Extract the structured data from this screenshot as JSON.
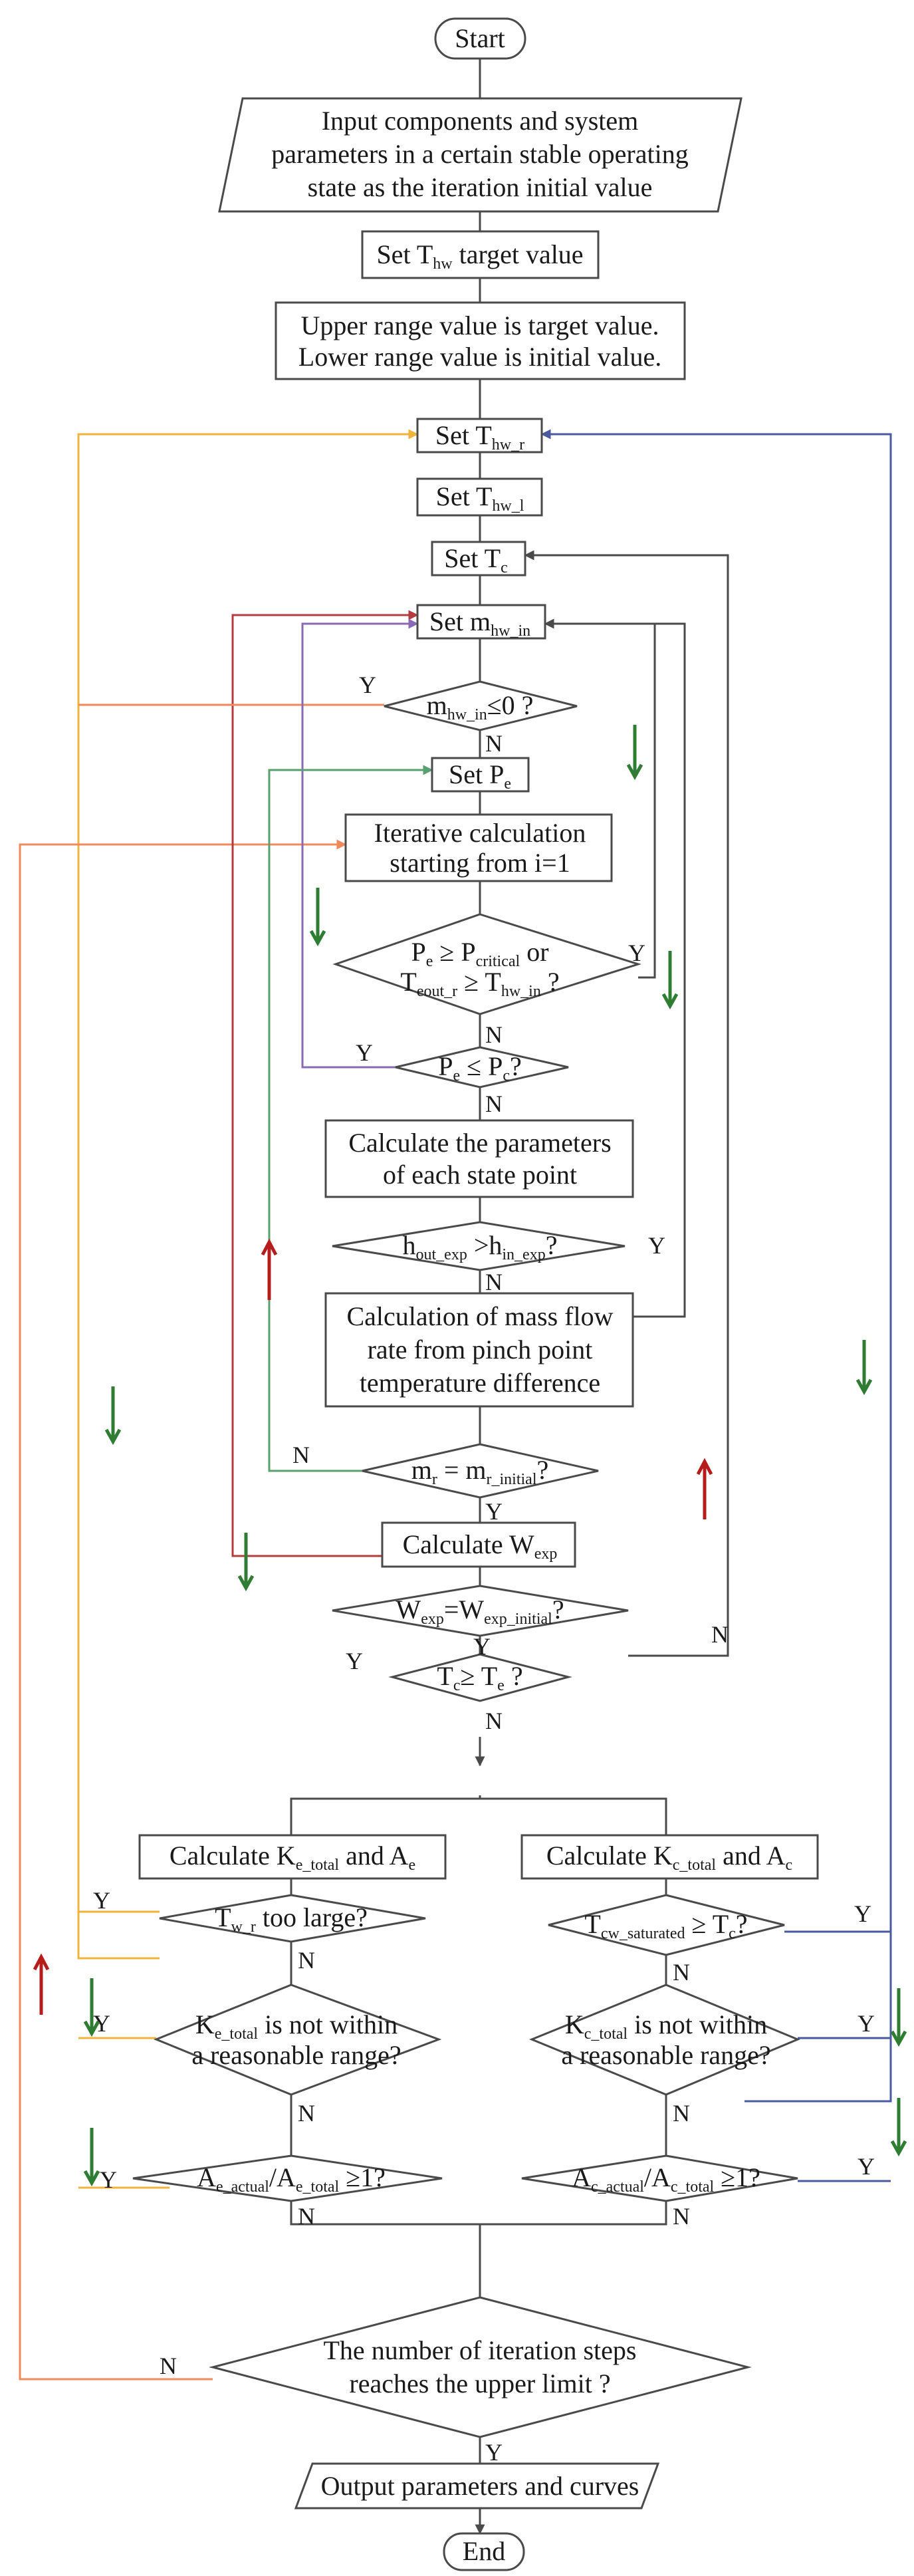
{
  "nodes": {
    "start": "Start",
    "input_l1": "Input components and system",
    "input_l2": "parameters in a certain stable operating",
    "input_l3": "state as the iteration initial value",
    "set_target_a": "Set T",
    "set_target_sub": "hw",
    "set_target_b": " target value",
    "range_l1": "Upper range value is target value.",
    "range_l2": "Lower range value is initial value.",
    "set_thwr_a": "Set T",
    "set_thwr_sub": "hw_r",
    "set_thwl_a": "Set T",
    "set_thwl_sub": "hw_l",
    "set_tc_a": "Set T",
    "set_tc_sub": "c",
    "set_mhw_a": "Set m",
    "set_mhw_sub": "hw_in",
    "d_mhw_a": "m",
    "d_mhw_sub": "hw_in",
    "d_mhw_b": "≤0 ?",
    "set_pe_a": "Set P",
    "set_pe_sub": "e",
    "iter_l1": "Iterative calculation",
    "iter_l2": "starting from i=1",
    "d_pcrit_1a": "P",
    "d_pcrit_1s1": "e",
    "d_pcrit_1b": " ≥ P",
    "d_pcrit_1s2": "critical",
    "d_pcrit_1c": " or",
    "d_pcrit_2a": "T",
    "d_pcrit_2s1": "eout_r",
    "d_pcrit_2b": " ≥ T",
    "d_pcrit_2s2": "hw_in",
    "d_pcrit_2c": " ?",
    "d_pepc_a": "P",
    "d_pepc_s1": "e",
    "d_pepc_b": " ≤ P",
    "d_pepc_s2": "c",
    "d_pepc_c": "?",
    "calc_state_l1": "Calculate the parameters",
    "calc_state_l2": "of each state point",
    "d_hout_a": "h",
    "d_hout_s1": "out_exp",
    "d_hout_b": " >h",
    "d_hout_s2": "in_exp",
    "d_hout_c": "?",
    "mass_l1": "Calculation of mass flow",
    "mass_l2": "rate from pinch point",
    "mass_l3": "temperature difference",
    "d_mr_a": "m",
    "d_mr_s1": "r",
    "d_mr_b": " = m",
    "d_mr_s2": "r_initial",
    "d_mr_c": "?",
    "calc_wexp_a": "Calculate W",
    "calc_wexp_sub": "exp",
    "d_wexp_a": "W",
    "d_wexp_s1": "exp",
    "d_wexp_b": "=W",
    "d_wexp_s2": "exp_initial",
    "d_wexp_c": "?",
    "d_tcte_a": "T",
    "d_tcte_s1": "c",
    "d_tcte_b": "≥ T",
    "d_tcte_s2": "e",
    "d_tcte_c": " ?",
    "calc_ke_a": "Calculate K",
    "calc_ke_s1": "e_total",
    "calc_ke_b": " and A",
    "calc_ke_s2": "e",
    "calc_kc_a": "Calculate K",
    "calc_kc_s1": "c_total",
    "calc_kc_b": " and A",
    "calc_kc_s2": "c",
    "d_twr_a": "T",
    "d_twr_sub": "w_r",
    "d_twr_b": " too large?",
    "d_tcw_a": "T",
    "d_tcw_s1": "cw_saturated",
    "d_tcw_b": " ≥ T",
    "d_tcw_s2": "c",
    "d_tcw_c": "?",
    "d_ke_1a": "K",
    "d_ke_1s": "e_total",
    "d_ke_1b": " is not within",
    "d_ke_2": "a reasonable range?",
    "d_kc_1a": "K",
    "d_kc_1s": "c_total",
    "d_kc_1b": " is not within",
    "d_kc_2": "a reasonable range?",
    "d_ae_a": "A",
    "d_ae_s1": "e_actual",
    "d_ae_b": "/A",
    "d_ae_s2": "e_total",
    "d_ae_c": " ≥1?",
    "d_ac_a": "A",
    "d_ac_s1": "c_actual",
    "d_ac_b": "/A",
    "d_ac_s2": "c_total",
    "d_ac_c": " ≥1?",
    "d_iter_l1": "The number of iteration steps",
    "d_iter_l2": "reaches the upper limit ?",
    "output": "Output parameters and curves",
    "end": "End"
  },
  "labels": {
    "yes": "Y",
    "no": "N"
  },
  "colors": {
    "flow_line": "#4a4a4a",
    "yellow_loop": "#f0b43c",
    "orange_loop": "#f08a5a",
    "red_loop": "#b43c3c",
    "purple_loop": "#8a6ab4",
    "green_loop": "#5aa06e",
    "blue_loop": "#4a5aa0",
    "green_arrow": "#2e7d32",
    "red_arrow": "#b71c1c"
  }
}
